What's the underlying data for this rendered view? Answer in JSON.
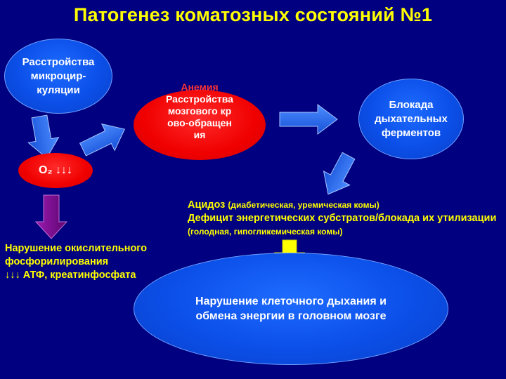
{
  "title": "Патогенез коматозных состояний №1",
  "nodes": {
    "microcirculation": "Расстройства микроцир-куляции",
    "o2": "O₂ ↓↓↓",
    "anemia": "Анемия",
    "brain_circulation": "Расстройства мозгового крово-обращения",
    "enzyme_block": "Блокада дыхательных ферментов",
    "cell_respiration": "Нарушение клеточного дыхания и обмена энергии в головном мозге"
  },
  "notes": {
    "acidosis": "Ацидоз",
    "acidosis_detail": "(диабетическая, уремическая комы)",
    "deficit": "Дефицит энергетических субстратов/блокада их утилизации",
    "deficit_detail": "(голодная, гипогликемическая комы)",
    "oxidative_line1": "Нарушение окислительного",
    "oxidative_line2": "фосфорилирования",
    "oxidative_line3": "↓↓↓ АТФ, креатинфосфата"
  },
  "colors": {
    "background": "#000080",
    "title": "#FFFF00",
    "node_blue": "#0B4FE8",
    "node_red": "#F00000",
    "arrow_blue": "#1E6BFF",
    "arrow_purple": "#7A0A8C",
    "arrow_yellow": "#FFFF00"
  }
}
